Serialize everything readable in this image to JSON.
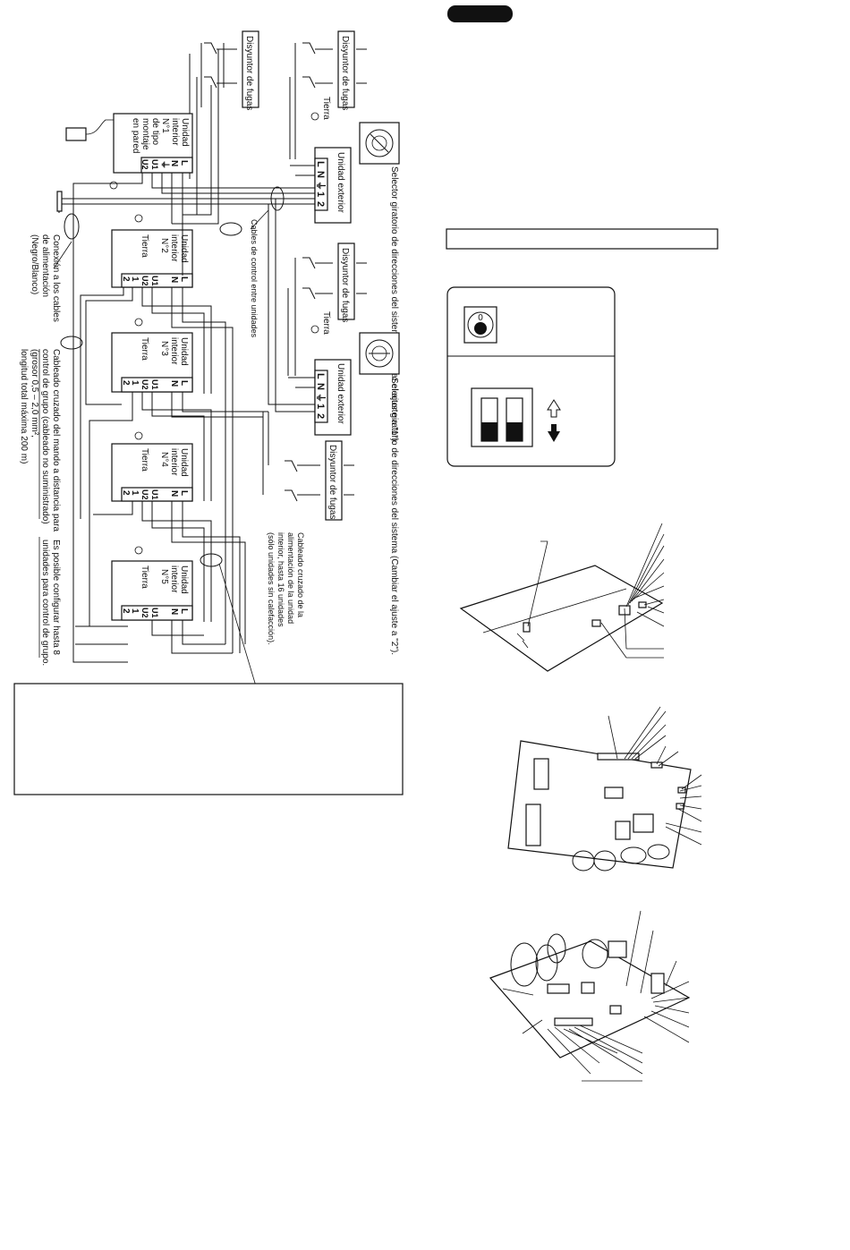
{
  "header_badge": "",
  "breakers": [
    {
      "label": "Disyuntor de fugas"
    },
    {
      "label": "Disyuntor de fugas"
    },
    {
      "label": "Disyuntor de fugas"
    },
    {
      "label": "Disyuntor de fugas"
    }
  ],
  "ground_label": "Tierra",
  "outdoor_units": [
    {
      "title": "Unidad exterior",
      "terminals": [
        "L",
        "N",
        "⏚",
        "1",
        "2"
      ],
      "selector_note": "Selector giratorio de direcciones del sistema (Cambiar el ajuste a \"1\")."
    },
    {
      "title": "Unidad exterior",
      "terminals": [
        "L",
        "N",
        "⏚",
        "1",
        "2"
      ],
      "selector_note": "Selector giratorio de direcciones del sistema (Cambiar el ajuste a \"2\")."
    }
  ],
  "indoor_units": [
    {
      "lines": [
        "Unidad",
        "interior",
        "N°1",
        "de tipo",
        "montaje",
        "en pared"
      ],
      "terminals": [
        "L",
        "N",
        "⏚",
        "U1",
        "U2"
      ]
    },
    {
      "lines": [
        "Unidad",
        "interior",
        "N°2",
        "Tierra"
      ],
      "terminals": [
        "L",
        "N",
        "U1",
        "U2",
        "1",
        "2"
      ]
    },
    {
      "lines": [
        "Unidad",
        "interior",
        "N°3",
        "Tierra"
      ],
      "terminals": [
        "L",
        "N",
        "U1",
        "U2",
        "1",
        "2"
      ]
    },
    {
      "lines": [
        "Unidad",
        "interior",
        "N°4",
        "Tierra"
      ],
      "terminals": [
        "L",
        "N",
        "U1",
        "U2",
        "1",
        "2"
      ]
    },
    {
      "lines": [
        "Unidad",
        "interior",
        "N°5",
        "Tierra"
      ],
      "terminals": [
        "L",
        "N",
        "U1",
        "U2",
        "1",
        "2"
      ]
    }
  ],
  "notes": {
    "control_cables": "Cables de control entre unidades",
    "power_connection": [
      "Conexión a los cables",
      "de alimentación",
      "(Negro/Blanco)"
    ],
    "group_wiring": [
      "Cableado cruzado del mando a distancia para",
      "control de grupo (cableado no suministrado)",
      "(grosor 0,5 – 2,0 mm²,",
      "longitud total máxima 200 m)"
    ],
    "group_max": [
      "Es posible configurar hasta 8",
      "unidades para control de grupo."
    ],
    "power_cross": [
      "Cableado cruzado de la",
      "alimentación de la unidad",
      "interior, hasta 16 unidades",
      "(sólo unidades sin calefacción)."
    ]
  },
  "selector_panel": {
    "dial_digit": "0"
  }
}
